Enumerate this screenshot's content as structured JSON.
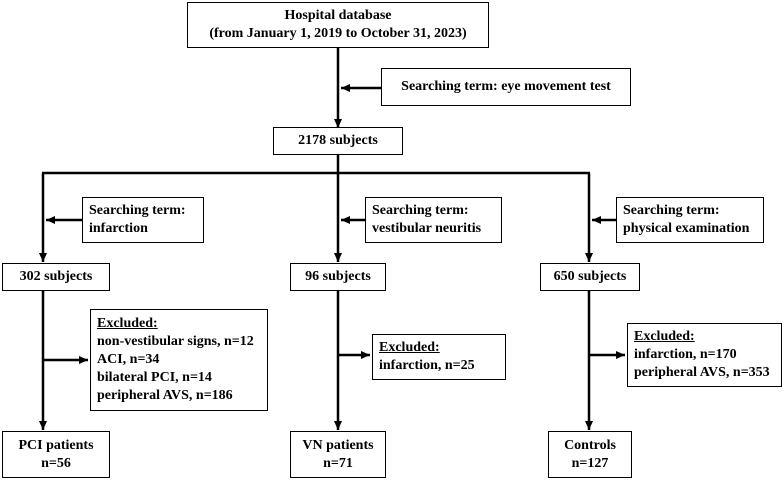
{
  "nodes": {
    "database": {
      "title": "Hospital database",
      "subtitle": "(from January 1, 2019 to October 31, 2023)"
    },
    "search_main": {
      "text": "Searching term: eye movement test"
    },
    "total": {
      "text": "2178 subjects"
    },
    "search_pci": {
      "line1": "Searching term:",
      "line2": "infarction"
    },
    "search_vn": {
      "line1": "Searching term:",
      "line2": "vestibular neuritis"
    },
    "search_ctrl": {
      "line1": "Searching term:",
      "line2": "physical examination"
    },
    "pci_subjects": {
      "text": "302 subjects"
    },
    "vn_subjects": {
      "text": "96 subjects"
    },
    "ctrl_subjects": {
      "text": "650 subjects"
    },
    "pci_excluded": {
      "heading": "Excluded:",
      "items": [
        "non-vestibular signs, n=12",
        "ACI, n=34",
        "bilateral PCI, n=14",
        "peripheral AVS, n=186"
      ]
    },
    "vn_excluded": {
      "heading": "Excluded:",
      "items": [
        "infarction, n=25"
      ]
    },
    "ctrl_excluded": {
      "heading": "Excluded:",
      "items": [
        "infarction, n=170",
        "peripheral AVS, n=353"
      ]
    },
    "pci_final": {
      "line1": "PCI patients",
      "line2": "n=56"
    },
    "vn_final": {
      "line1": "VN patients",
      "line2": "n=71"
    },
    "ctrl_final": {
      "line1": "Controls",
      "line2": "n=127"
    }
  }
}
